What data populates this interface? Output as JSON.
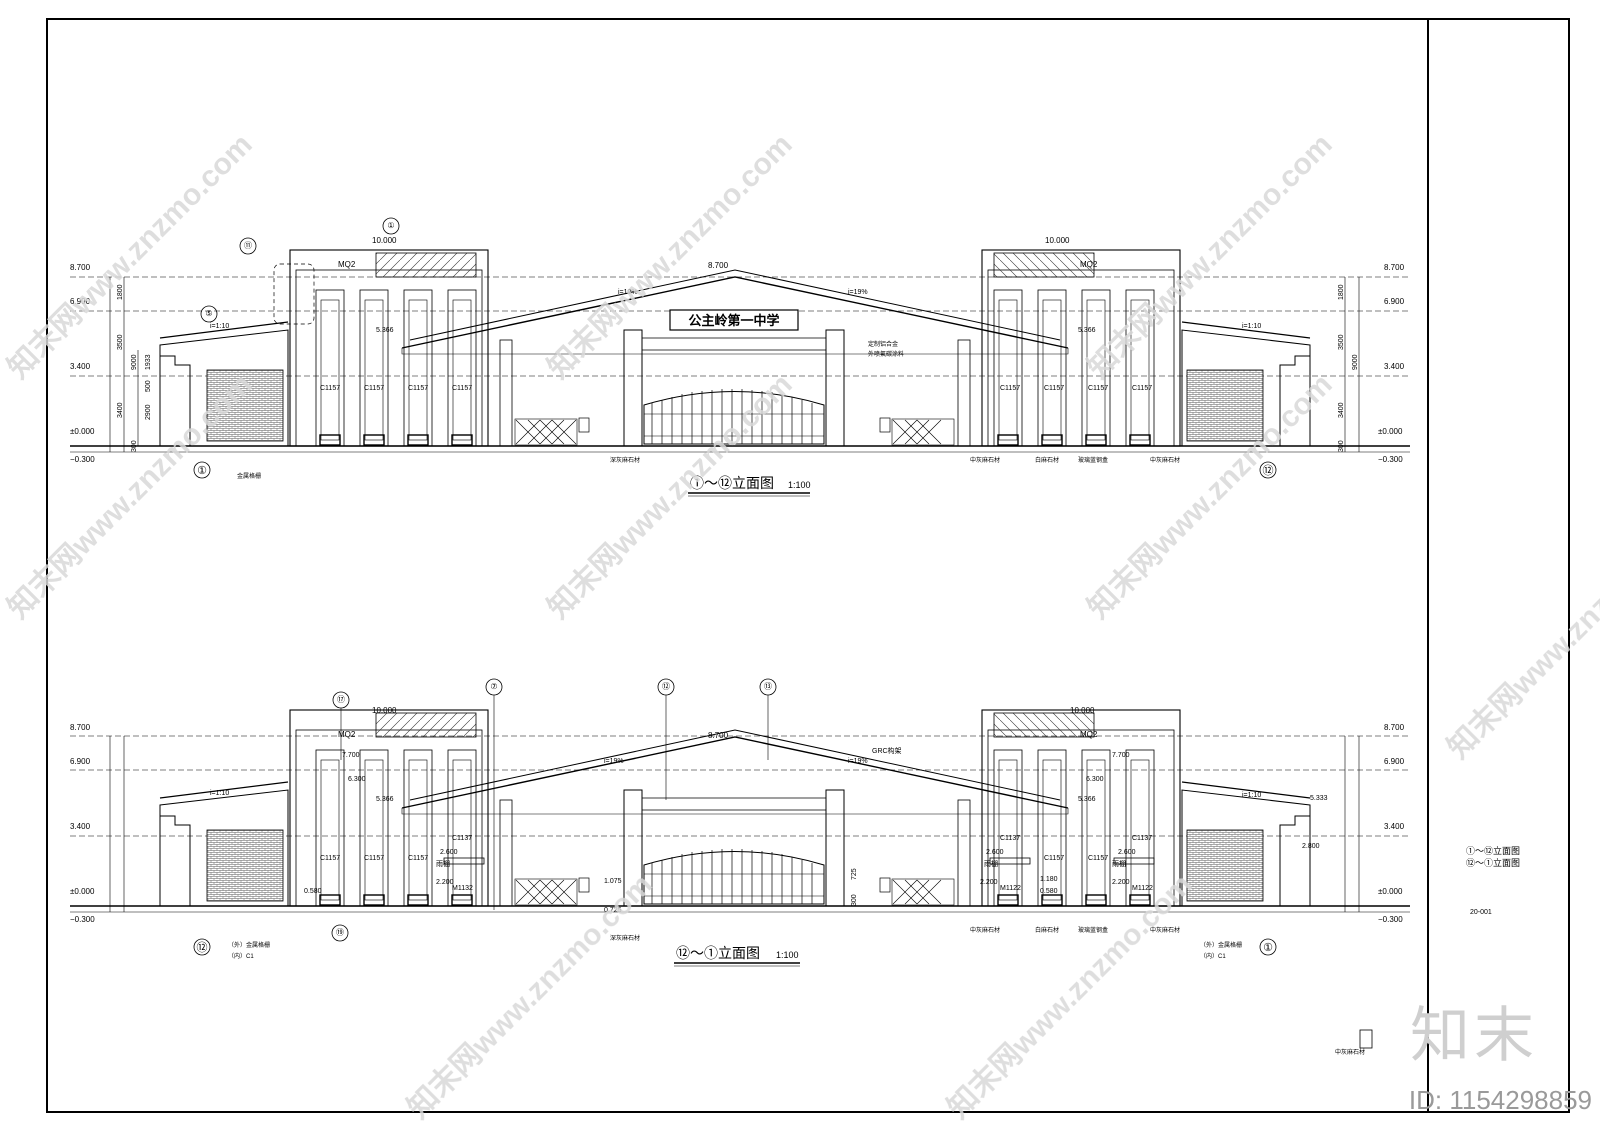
{
  "top_view": {
    "title": "①～⑫立面图",
    "scale": "1:100",
    "sign_text": "公主岭第一中学",
    "levels_left": [
      "8.700",
      "6.900",
      "3.400",
      "±0.000",
      "−0.300"
    ],
    "levels_right": [
      "8.700",
      "6.900",
      "3.400",
      "±0.000",
      "−0.300"
    ],
    "dims_left": [
      "1800",
      "3500",
      "3400",
      "300",
      "9000",
      "1933",
      "500",
      "2900",
      "300"
    ],
    "dims_right": [
      "1800",
      "3500",
      "3400",
      "300",
      "9000"
    ],
    "roof_top": "10.000",
    "ridge": "8.700",
    "wall_tag": "MQ2",
    "window_tag": "C1157",
    "slope_gable": "i=19%",
    "slope_flat": "i=1:10",
    "level_mid": "5.366",
    "axis_left": "①",
    "axis_right": "⑫",
    "callouts": [
      "①",
      "⑪",
      "⑤"
    ],
    "notes": {
      "fence": "金属格栅",
      "stone_dark": "深灰麻石材",
      "stone_mid": "中灰麻石材",
      "stone_white": "白麻石材",
      "glass_box": "玻璃蓝钢盒",
      "panel1": "定制铝合金",
      "panel2": "外喷氟碳涂料"
    }
  },
  "bottom_view": {
    "title": "⑫～①立面图",
    "scale": "1:100",
    "levels_left": [
      "8.700",
      "6.900",
      "3.400",
      "±0.000",
      "−0.300"
    ],
    "levels_right": [
      "8.700",
      "6.900",
      "3.400",
      "±0.000",
      "−0.300"
    ],
    "roof_top": "10.000",
    "ridge": "8.700",
    "wall_tag": "MQ2",
    "window_tag": "C1157",
    "window_tag2": "C1137",
    "door_tag": "M1122",
    "door_tag_left": "M1132",
    "levels_misc": [
      "7.700",
      "6.300",
      "5.366",
      "2.600",
      "2.200",
      "0.580",
      "1.075",
      "0.725",
      "1.180",
      "5.333",
      "2.800"
    ],
    "canopy": "雨棚",
    "grc": "GRC构架",
    "slope_gable": "i=19%",
    "slope_flat": "i=1:10",
    "axis_left": "⑫",
    "axis_right": "①",
    "callouts": [
      "⑰",
      "⑦",
      "⑫",
      "⑬",
      "⑲"
    ],
    "notes": {
      "fence_out": "（外）金属格栅",
      "fence_in": "（内）C1",
      "stone_dark": "深灰麻石材",
      "stone_mid": "中灰麻石材",
      "stone_white": "白麻石材",
      "glass_box": "玻璃蓝钢盒"
    },
    "dim_gate": "300",
    "dim_gate2": "725"
  },
  "title_block": {
    "drawing_1": "①～⑫立面图",
    "drawing_2": "⑫～①立面图",
    "sheet_no": "20-001",
    "bottom_note": "中灰麻石材"
  },
  "watermark": {
    "text": "知末网www.znzmo.com",
    "brand": "知末",
    "id": "ID: 1154298859"
  }
}
